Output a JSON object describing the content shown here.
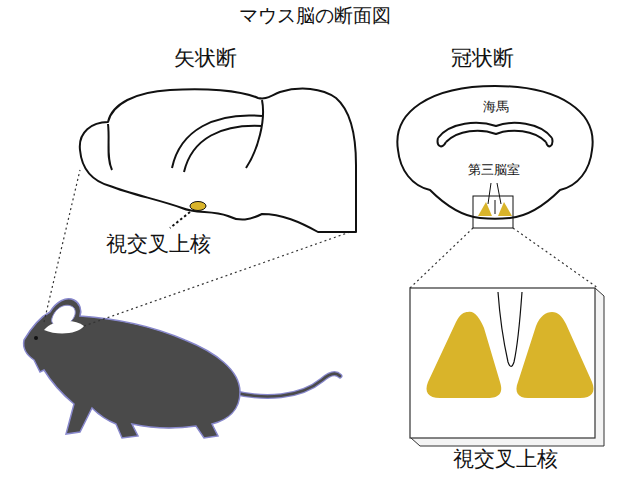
{
  "diagram": {
    "title": "マウス脳の断面図",
    "labels": [
      "矢状断",
      "冠状断",
      "視交叉上核",
      "海馬",
      "第三脳室",
      "視交叉上核"
    ]
  }
}
